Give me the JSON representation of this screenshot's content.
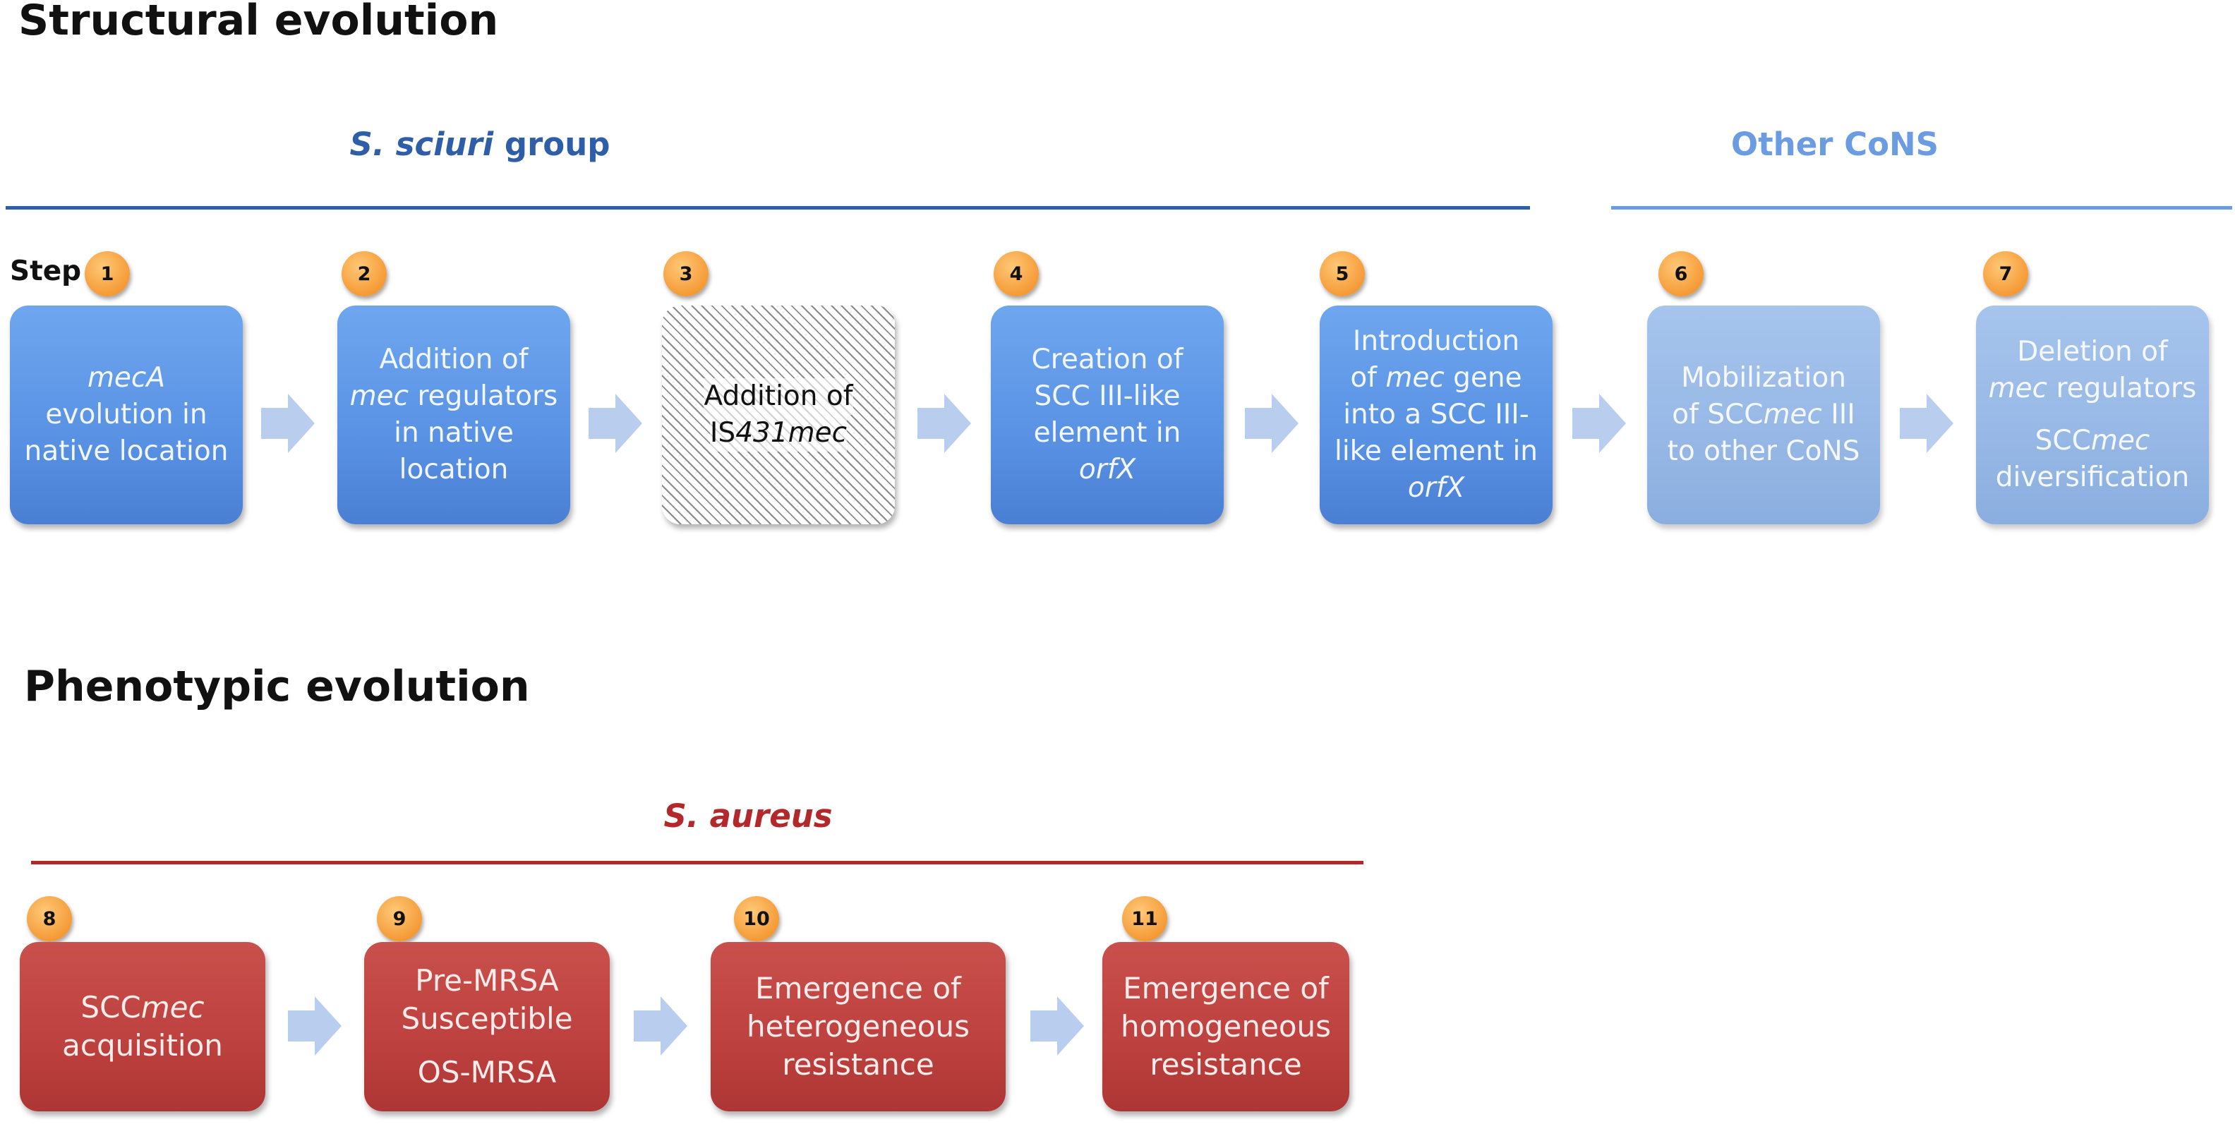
{
  "headings": {
    "structural": "Structural evolution",
    "phenotypic": "Phenotypic evolution"
  },
  "groups": {
    "sciuri": {
      "italic": "S. sciuri",
      "rest": " group",
      "color": "#2f5ea8"
    },
    "cons": {
      "label": "Other CoNS",
      "color": "#6b9be0"
    },
    "aureus": {
      "label": "S. aureus",
      "color": "#b3282a"
    }
  },
  "step_label": "Step",
  "structural_steps": [
    {
      "number": "1",
      "style": "blue",
      "lines": [
        [
          {
            "t": "mecA",
            "i": true
          }
        ],
        [
          {
            "t": "evolution in"
          }
        ],
        [
          {
            "t": "native location"
          }
        ]
      ]
    },
    {
      "number": "2",
      "style": "blue",
      "lines": [
        [
          {
            "t": "Addition of"
          }
        ],
        [
          {
            "t": "mec",
            "i": true
          },
          {
            "t": " regulators"
          }
        ],
        [
          {
            "t": "in native"
          }
        ],
        [
          {
            "t": "location"
          }
        ]
      ]
    },
    {
      "number": "3",
      "style": "hatched",
      "lines": [
        [
          {
            "t": "Addition of"
          }
        ],
        [
          {
            "t": "IS"
          },
          {
            "t": "431mec",
            "i": true
          }
        ]
      ]
    },
    {
      "number": "4",
      "style": "blue",
      "lines": [
        [
          {
            "t": "Creation of"
          }
        ],
        [
          {
            "t": "SCC III-like"
          }
        ],
        [
          {
            "t": "element in"
          }
        ],
        [
          {
            "t": "orfX",
            "i": true
          }
        ]
      ]
    },
    {
      "number": "5",
      "style": "blue",
      "lines": [
        [
          {
            "t": "Introduction"
          }
        ],
        [
          {
            "t": "of "
          },
          {
            "t": "mec",
            "i": true
          },
          {
            "t": " gene"
          }
        ],
        [
          {
            "t": "into a SCC III-"
          }
        ],
        [
          {
            "t": "like element in"
          }
        ],
        [
          {
            "t": "orfX",
            "i": true
          }
        ]
      ]
    },
    {
      "number": "6",
      "style": "lightblue",
      "lines": [
        [
          {
            "t": "Mobilization"
          }
        ],
        [
          {
            "t": "of SCC"
          },
          {
            "t": "mec",
            "i": true
          },
          {
            "t": " III"
          }
        ],
        [
          {
            "t": "to other CoNS"
          }
        ]
      ]
    },
    {
      "number": "7",
      "style": "lightblue",
      "lines": [
        [
          {
            "t": "Deletion of"
          }
        ],
        [
          {
            "t": "mec",
            "i": true
          },
          {
            "t": " regulators"
          }
        ],
        "gap",
        [
          {
            "t": "SCC"
          },
          {
            "t": "mec",
            "i": true
          }
        ],
        [
          {
            "t": "diversification"
          }
        ]
      ]
    }
  ],
  "phenotypic_steps": [
    {
      "number": "8",
      "style": "red",
      "lines": [
        [
          {
            "t": "SCC"
          },
          {
            "t": "mec",
            "i": true
          }
        ],
        [
          {
            "t": "acquisition"
          }
        ]
      ]
    },
    {
      "number": "9",
      "style": "red",
      "lines": [
        [
          {
            "t": "Pre-MRSA"
          }
        ],
        [
          {
            "t": "Susceptible"
          }
        ],
        "gap",
        [
          {
            "t": "OS-MRSA"
          }
        ]
      ]
    },
    {
      "number": "10",
      "style": "red",
      "lines": [
        [
          {
            "t": "Emergence of"
          }
        ],
        [
          {
            "t": "heterogeneous"
          }
        ],
        [
          {
            "t": "resistance"
          }
        ]
      ]
    },
    {
      "number": "11",
      "style": "red",
      "lines": [
        [
          {
            "t": "Emergence of"
          }
        ],
        [
          {
            "t": "homogeneous"
          }
        ],
        [
          {
            "t": "resistance"
          }
        ]
      ]
    }
  ],
  "colors": {
    "arrow": "#b9cdee",
    "badge": "#f7a444"
  }
}
